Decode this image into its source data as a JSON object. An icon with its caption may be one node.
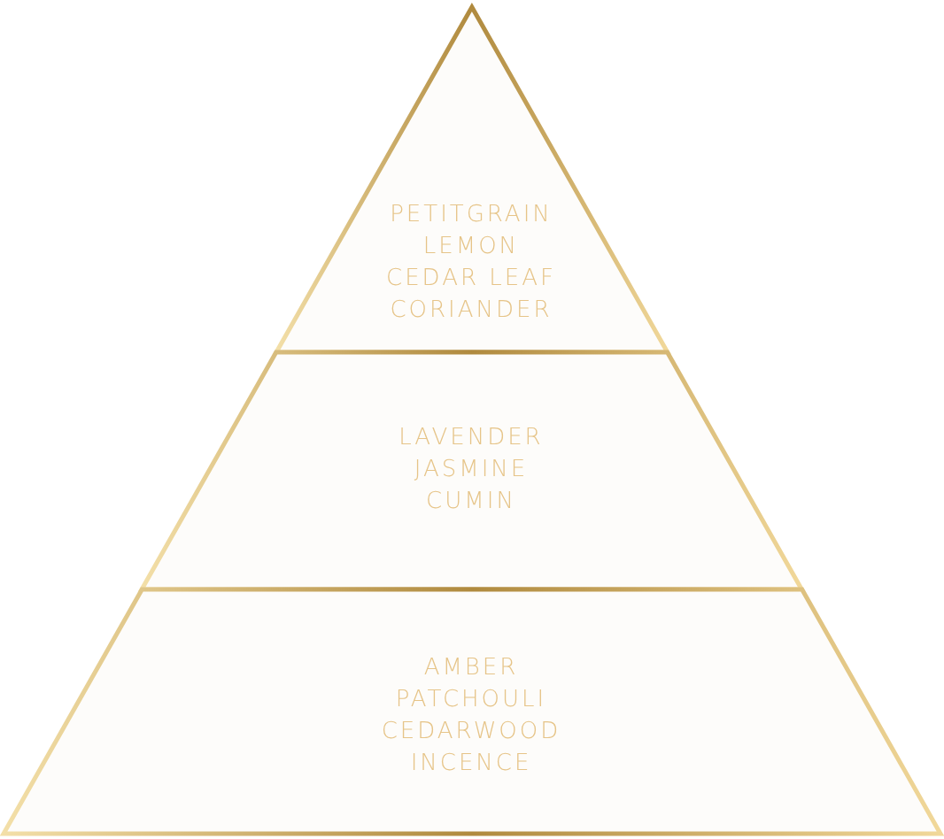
{
  "diagram": {
    "nodes": [
      {
        "text": [
          "PETITGRAIN",
          "LEMON",
          "CEDAR LEAF",
          "CORIANDER"
        ]
      },
      {
        "text": [
          "LAVENDER",
          "JASMINE",
          "CUMIN"
        ]
      },
      {
        "text": [
          "AMBER",
          "PATCHOULI",
          "CEDARWOOD",
          "INCENCE"
        ]
      }
    ]
  }
}
